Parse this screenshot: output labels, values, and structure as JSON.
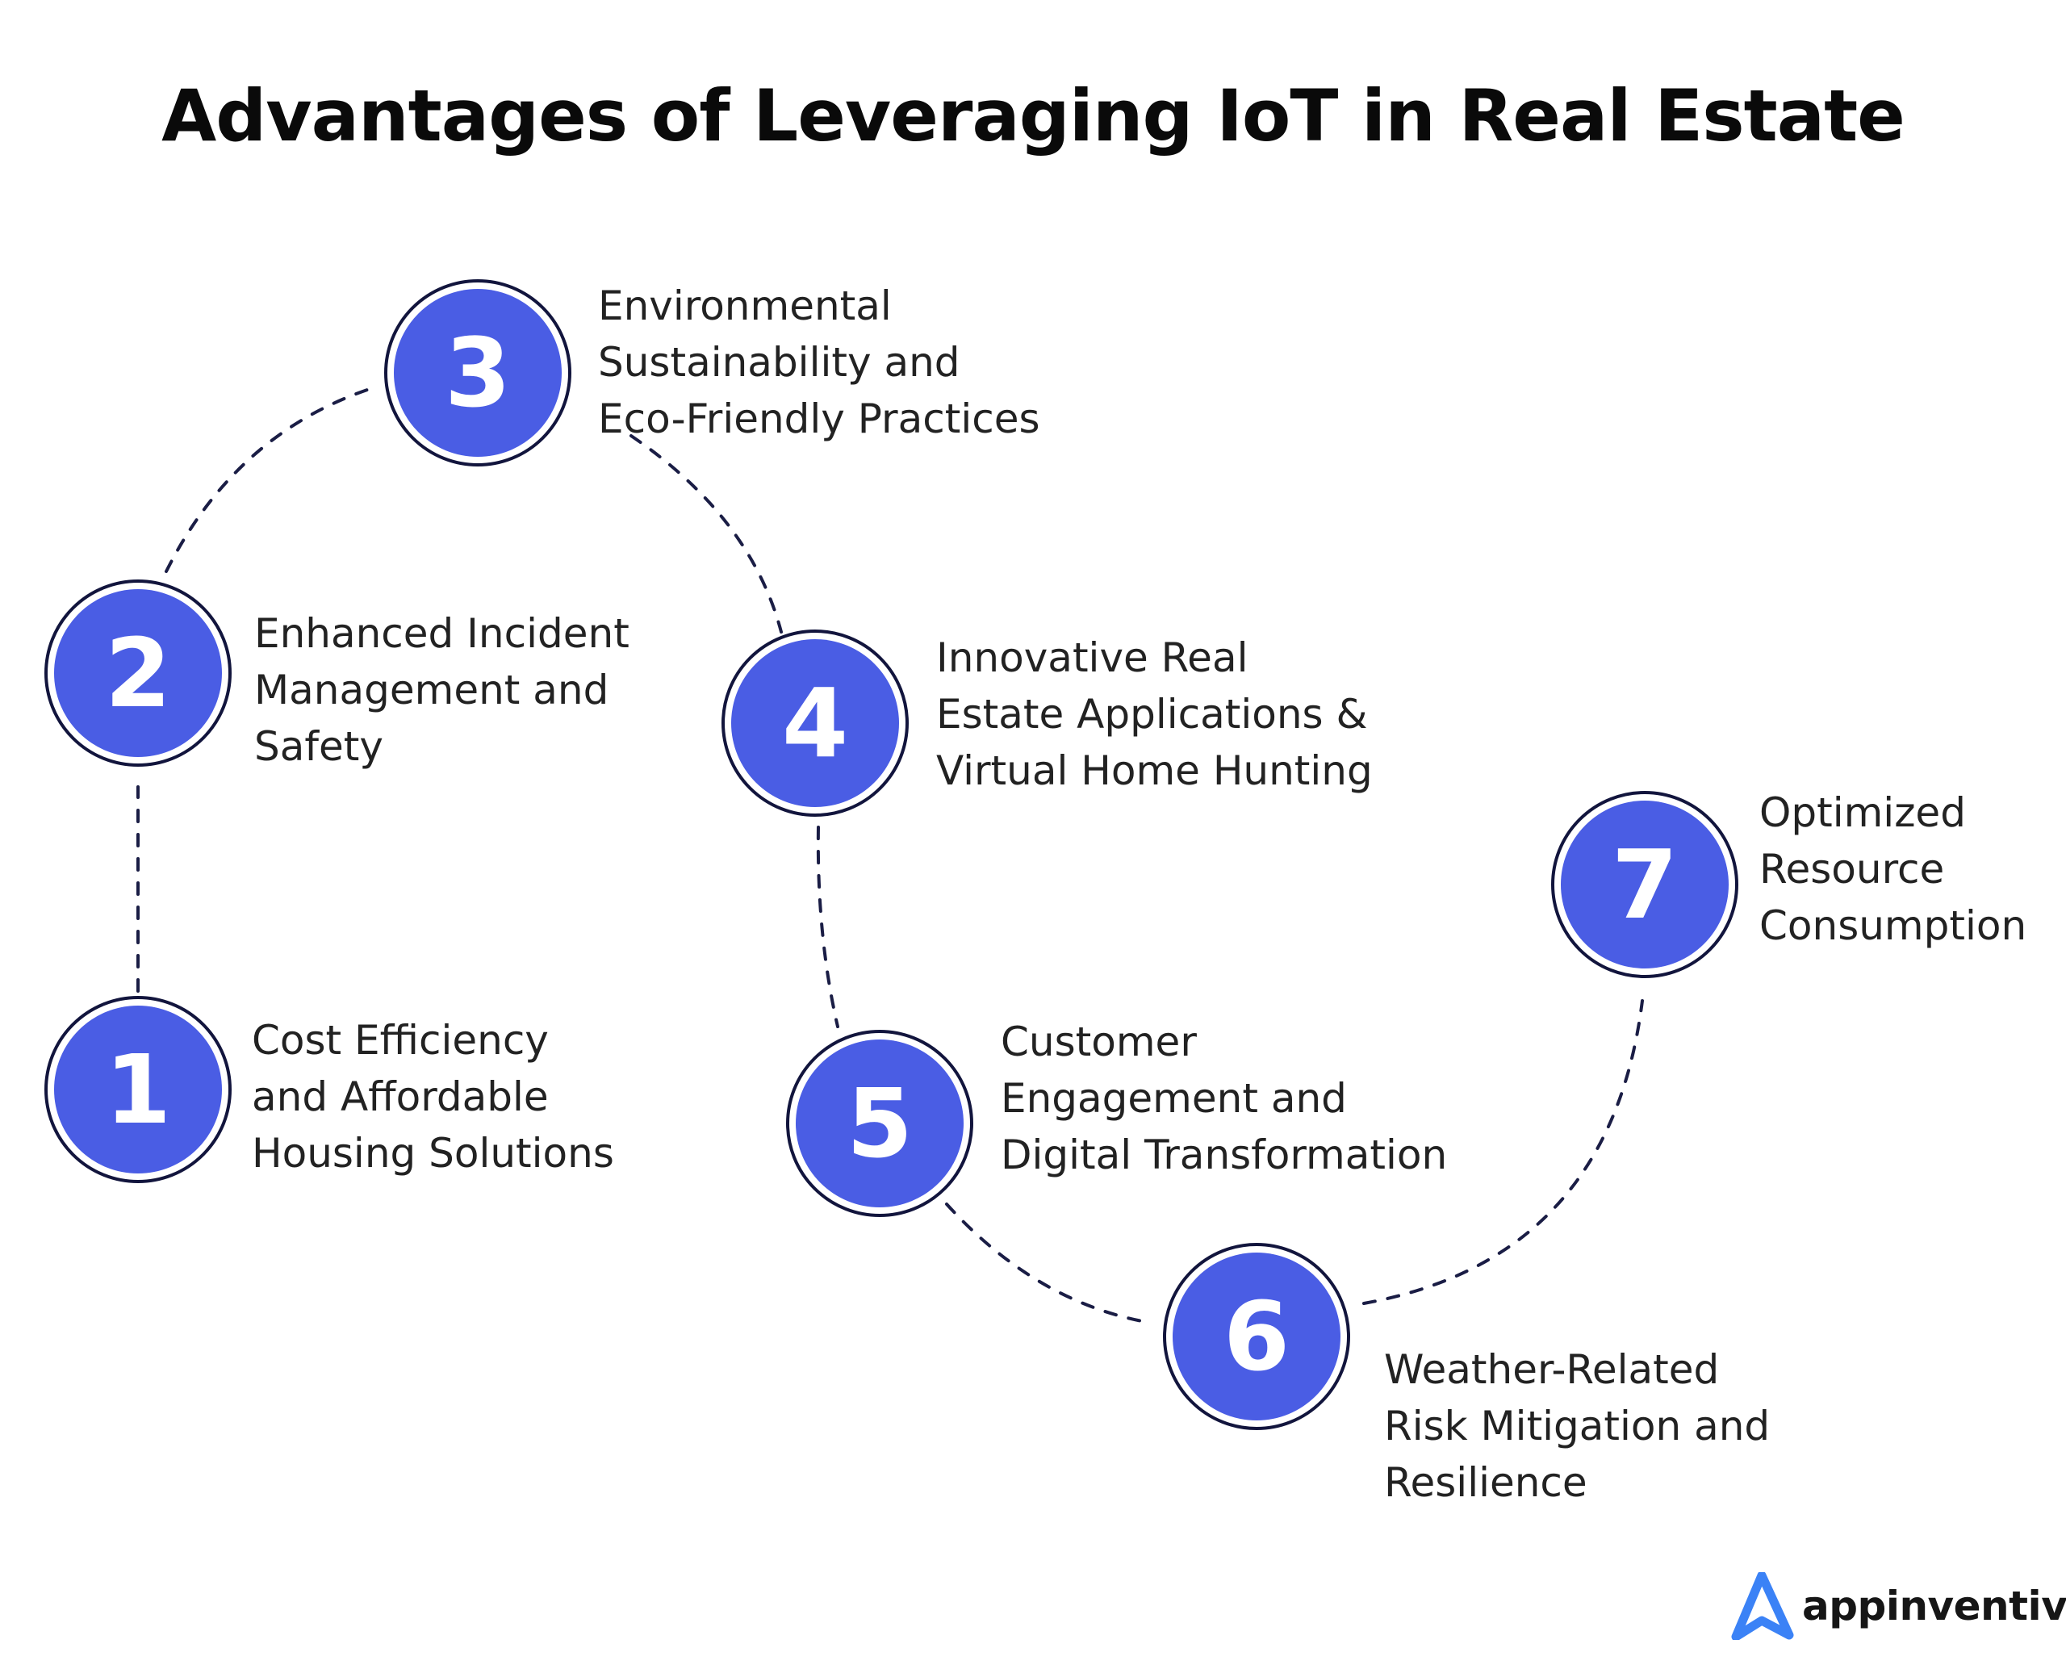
{
  "title": "Advantages of Leveraging IoT in Real Estate",
  "steps": [
    {
      "number": "1",
      "label": "Cost Efficiency\nand Affordable\nHousing Solutions"
    },
    {
      "number": "2",
      "label": "Enhanced Incident\nManagement and\nSafety"
    },
    {
      "number": "3",
      "label": "Environmental\nSustainability and\nEco-Friendly Practices"
    },
    {
      "number": "4",
      "label": "Innovative Real\nEstate Applications &\nVirtual Home Hunting"
    },
    {
      "number": "5",
      "label": "Customer\nEngagement and\nDigital Transformation"
    },
    {
      "number": "6",
      "label": "Weather-Related\nRisk Mitigation and\nResilience"
    },
    {
      "number": "7",
      "label": "Optimized\nResource\nConsumption"
    }
  ],
  "logo": {
    "text": "appinventiv"
  },
  "colors": {
    "accent": "#4a5de4",
    "ring": "#12153d",
    "connector": "#1a1d45",
    "logo_mark": "#3b82f6"
  }
}
